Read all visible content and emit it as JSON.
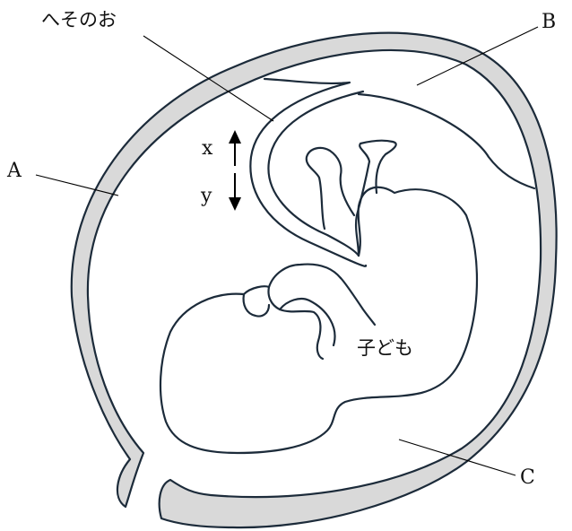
{
  "labels": {
    "umbilical_cord": "へそのお",
    "a": "A",
    "b": "B",
    "c": "C",
    "x": "x",
    "y": "y",
    "child": "子ども"
  },
  "colors": {
    "outline": "#1c2b3a",
    "wall_fill": "#d9d9d9",
    "background": "#ffffff"
  }
}
